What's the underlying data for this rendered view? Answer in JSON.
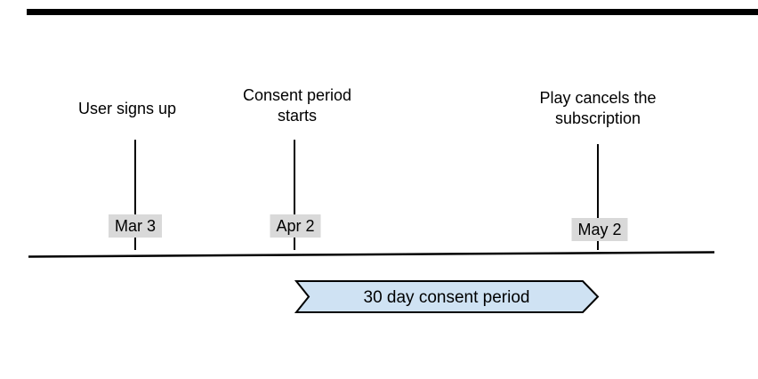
{
  "diagram": {
    "type": "timeline",
    "events": [
      {
        "label": "User signs up",
        "date": "Mar 3"
      },
      {
        "label": "Consent period starts",
        "date": "Apr 2"
      },
      {
        "label": "Play cancels the subscription",
        "date": "May 2"
      }
    ],
    "banner": {
      "label": "30 day consent period",
      "fill": "#cfe2f3",
      "border_color": "#000000"
    },
    "colors": {
      "background": "#ffffff",
      "text": "#000000",
      "line": "#000000",
      "date_label_background": "#d9d9d9"
    }
  }
}
